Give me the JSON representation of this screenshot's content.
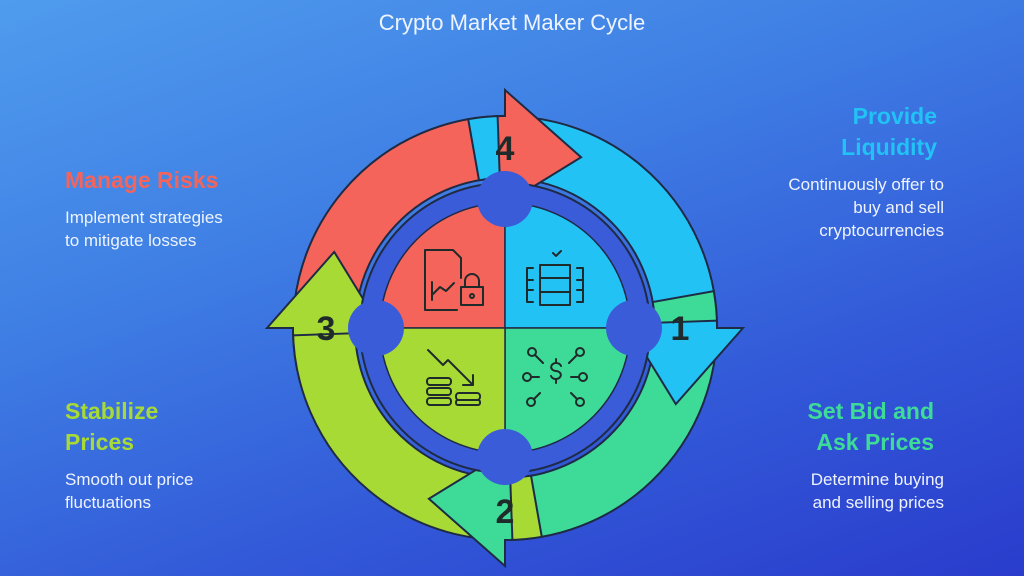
{
  "title": "Crypto Market Maker Cycle",
  "steps": [
    {
      "number": "1",
      "title_line1": "Provide",
      "title_line2": "Liquidity",
      "description_line1": "Continuously offer to",
      "description_line2": "buy and sell",
      "description_line3": "cryptocurrencies",
      "color": "#22c2f5",
      "icon": "database-check-icon"
    },
    {
      "number": "2",
      "title_line1": "Set Bid and",
      "title_line2": "Ask Prices",
      "description_line1": "Determine buying",
      "description_line2": "and selling prices",
      "color": "#3edb98",
      "icon": "dollar-network-icon"
    },
    {
      "number": "3",
      "title_line1": "Stabilize",
      "title_line2": "Prices",
      "description_line1": "Smooth out price",
      "description_line2": "fluctuations",
      "color": "#a8da35",
      "icon": "coins-trend-down-icon"
    },
    {
      "number": "4",
      "title_line1": "Manage Risks",
      "description_line1": "Implement strategies",
      "description_line2": "to mitigate losses",
      "color": "#f4645a",
      "icon": "chart-lock-icon"
    }
  ]
}
